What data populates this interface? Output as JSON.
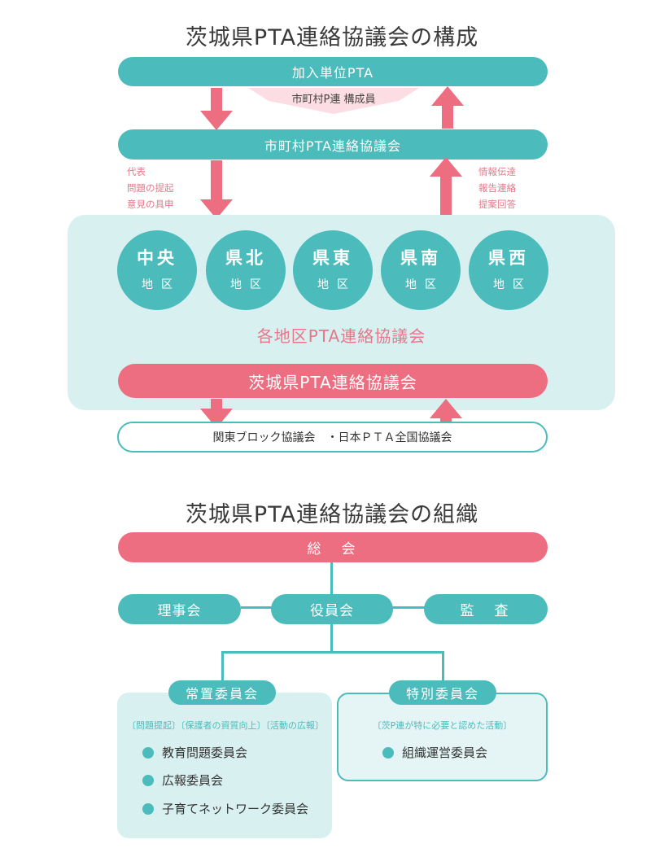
{
  "structure": {
    "title": "茨城県PTA連絡協議会の構成",
    "unit_pta": "加入単位PTA",
    "member_note": "市町村P連 構成員",
    "municipal": "市町村PTA連絡協議会",
    "left_notes": [
      "代表",
      "問題の提起",
      "意見の具申"
    ],
    "right_notes": [
      "情報伝達",
      "報告連絡",
      "提案回答"
    ],
    "districts": [
      {
        "name": "中央",
        "sub": "地区"
      },
      {
        "name": "県北",
        "sub": "地区"
      },
      {
        "name": "県東",
        "sub": "地区"
      },
      {
        "name": "県南",
        "sub": "地区"
      },
      {
        "name": "県西",
        "sub": "地区"
      }
    ],
    "district_council": "各地区PTA連絡協議会",
    "pref_council": "茨城県PTA連絡協議会",
    "external": "関東ブロック協議会　・日本ＰＴＡ全国協議会"
  },
  "organization": {
    "title": "茨城県PTA連絡協議会の組織",
    "general_meeting": "総　会",
    "board": "理事会",
    "officers": "役員会",
    "auditors": "監　査",
    "standing": {
      "label": "常置委員会",
      "note": "〔問題提起〕〔保護者の資質向上〕〔活動の広報〕",
      "items": [
        "教育問題委員会",
        "広報委員会",
        "子育てネットワーク委員会"
      ]
    },
    "special": {
      "label": "特別委員会",
      "note": "〔茨P連が特に必要と認めた活動〕",
      "items": [
        "組織運営委員会"
      ]
    }
  },
  "colors": {
    "teal": "#4bbbbb",
    "pink": "#ec6e80",
    "light_teal": "#d9f0f0",
    "light_pink": "#fbdde3"
  }
}
